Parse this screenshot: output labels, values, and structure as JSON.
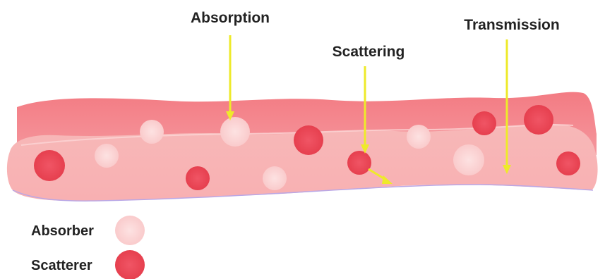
{
  "labels": {
    "absorption": "Absorption",
    "scattering": "Scattering",
    "transmission": "Transmission"
  },
  "legend": {
    "absorber": "Absorber",
    "scatterer": "Scatterer"
  },
  "colors": {
    "tissue_top": "#f4868c",
    "tissue_body": "#f8b5b5",
    "tissue_edge": "#fbd6d6",
    "absorber": "#fcd2d2",
    "scatterer": "#ea4a57",
    "arrow": "#eeea2a",
    "text": "#222222"
  },
  "icons": {
    "absorber": "light-pink-circle",
    "scatterer": "red-circle",
    "arrow": "yellow-arrow"
  }
}
